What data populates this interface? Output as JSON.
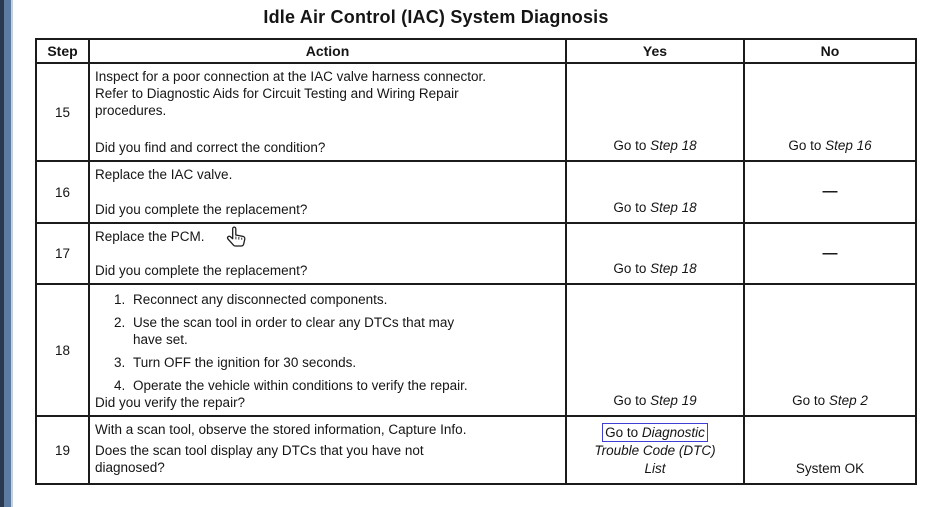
{
  "title": "Idle Air Control (IAC) System Diagnosis",
  "colors": {
    "edge_dark": "#2a3950",
    "edge_steel": "#5d7ba0",
    "link_focus_blue": "#3f3fd3",
    "table_border": "#1b1b1b",
    "text": "#151515"
  },
  "cursor_icon": "hand-pointer-cursor",
  "table": {
    "headers": [
      "Step",
      "Action",
      "Yes",
      "No"
    ],
    "rows": [
      {
        "step": "15",
        "paragraphs": [
          "Inspect for a poor connection at the IAC valve harness connector.\nRefer to Diagnostic Aids for Circuit Testing and Wiring Repair\nprocedures."
        ],
        "question": "Did you find and correct the condition?",
        "yes": {
          "valign": "bottom",
          "lines": [
            [
              {
                "t": "Go to ",
                "i": false
              },
              {
                "t": "Step 18",
                "i": true
              }
            ]
          ]
        },
        "no": {
          "valign": "bottom",
          "lines": [
            [
              {
                "t": "Go to ",
                "i": false
              },
              {
                "t": "Step 16",
                "i": true
              }
            ]
          ]
        }
      },
      {
        "step": "16",
        "paragraphs": [
          "Replace the IAC valve."
        ],
        "question": "Did you complete the replacement?",
        "yes": {
          "valign": "bottom",
          "lines": [
            [
              {
                "t": "Go to ",
                "i": false
              },
              {
                "t": "Step 18",
                "i": true
              }
            ]
          ]
        },
        "no": {
          "valign": "middle",
          "dash": true,
          "lines": [
            [
              {
                "t": "—",
                "i": false
              }
            ]
          ]
        }
      },
      {
        "step": "17",
        "paragraphs": [
          "Replace the PCM."
        ],
        "question": "Did you complete the replacement?",
        "yes": {
          "valign": "bottom",
          "lines": [
            [
              {
                "t": "Go to ",
                "i": false
              },
              {
                "t": "Step 18",
                "i": true
              }
            ]
          ]
        },
        "no": {
          "valign": "middle",
          "dash": true,
          "lines": [
            [
              {
                "t": "—",
                "i": false
              }
            ]
          ]
        }
      },
      {
        "step": "18",
        "list": [
          "Reconnect any disconnected components.",
          "Use the scan tool in order to clear any DTCs that may\nhave set.",
          "Turn OFF the ignition for 30 seconds.",
          "Operate the vehicle within conditions to verify the repair."
        ],
        "question": "Did you verify the repair?",
        "yes": {
          "valign": "bottom",
          "lines": [
            [
              {
                "t": "Go to ",
                "i": false
              },
              {
                "t": "Step 19",
                "i": true
              }
            ]
          ]
        },
        "no": {
          "valign": "bottom",
          "lines": [
            [
              {
                "t": "Go to ",
                "i": false
              },
              {
                "t": "Step 2",
                "i": true
              }
            ]
          ]
        }
      },
      {
        "step": "19",
        "paragraphs": [
          "With a scan tool, observe the stored information, Capture Info.",
          "Does the scan tool display any DTCs that you have not\ndiagnosed?"
        ],
        "yes": {
          "valign": "middle",
          "link": true,
          "boxed_line": 0,
          "lines": [
            [
              {
                "t": "Go to ",
                "i": false
              },
              {
                "t": "Diagnostic",
                "i": true
              }
            ],
            [
              {
                "t": "Trouble Code (DTC)",
                "i": true
              }
            ],
            [
              {
                "t": "List",
                "i": true
              }
            ]
          ]
        },
        "no": {
          "valign": "bottom",
          "lines": [
            [
              {
                "t": "System OK",
                "i": false
              }
            ]
          ]
        }
      }
    ]
  }
}
